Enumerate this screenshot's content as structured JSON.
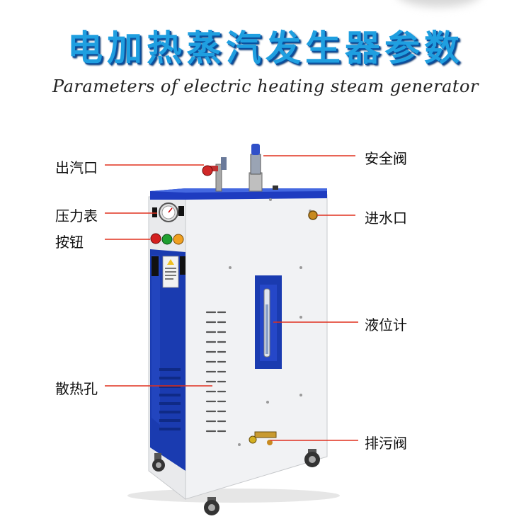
{
  "header": {
    "title": "电加热蒸汽发生器参数",
    "subtitle": "Parameters of electric heating steam generator"
  },
  "callouts": {
    "steam_outlet": "出汽口",
    "pressure_gauge": "压力表",
    "buttons": "按钮",
    "vents": "散热孔",
    "safety_valve": "安全阀",
    "water_inlet": "进水口",
    "level_gauge": "液位计",
    "drain_valve": "排污阀"
  },
  "colors": {
    "title_blue": "#1f9fe0",
    "panel_blue": "#1a3bb0",
    "leader_red": "#e0301e"
  }
}
